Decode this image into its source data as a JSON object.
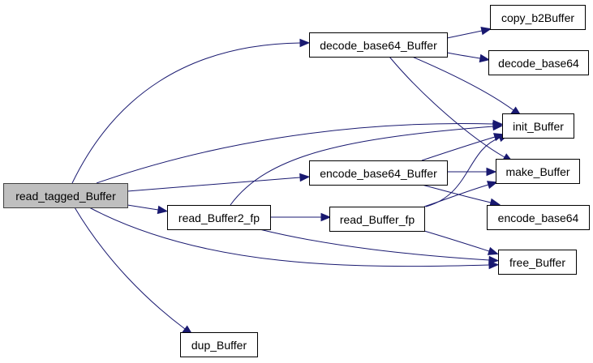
{
  "title": "read_tagged_Buffer call graph",
  "colors": {
    "edge": "#191970",
    "root_fill": "#bfbfbf",
    "node_fill": "#ffffff",
    "border": "#000000"
  },
  "nodes": [
    {
      "id": "read_tagged_Buffer",
      "label": "read_tagged_Buffer",
      "root": true
    },
    {
      "id": "decode_base64_Buffer",
      "label": "decode_base64_Buffer"
    },
    {
      "id": "copy_b2Buffer",
      "label": "copy_b2Buffer"
    },
    {
      "id": "decode_base64",
      "label": "decode_base64"
    },
    {
      "id": "init_Buffer",
      "label": "init_Buffer"
    },
    {
      "id": "encode_base64_Buffer",
      "label": "encode_base64_Buffer"
    },
    {
      "id": "make_Buffer",
      "label": "make_Buffer"
    },
    {
      "id": "read_Buffer2_fp",
      "label": "read_Buffer2_fp"
    },
    {
      "id": "read_Buffer_fp",
      "label": "read_Buffer_fp"
    },
    {
      "id": "encode_base64",
      "label": "encode_base64"
    },
    {
      "id": "free_Buffer",
      "label": "free_Buffer"
    },
    {
      "id": "dup_Buffer",
      "label": "dup_Buffer"
    }
  ],
  "edges": [
    {
      "from": "read_tagged_Buffer",
      "to": "decode_base64_Buffer"
    },
    {
      "from": "read_tagged_Buffer",
      "to": "init_Buffer"
    },
    {
      "from": "read_tagged_Buffer",
      "to": "encode_base64_Buffer"
    },
    {
      "from": "read_tagged_Buffer",
      "to": "read_Buffer2_fp"
    },
    {
      "from": "read_tagged_Buffer",
      "to": "free_Buffer"
    },
    {
      "from": "read_tagged_Buffer",
      "to": "dup_Buffer"
    },
    {
      "from": "decode_base64_Buffer",
      "to": "copy_b2Buffer"
    },
    {
      "from": "decode_base64_Buffer",
      "to": "decode_base64"
    },
    {
      "from": "decode_base64_Buffer",
      "to": "init_Buffer"
    },
    {
      "from": "decode_base64_Buffer",
      "to": "make_Buffer"
    },
    {
      "from": "encode_base64_Buffer",
      "to": "init_Buffer"
    },
    {
      "from": "encode_base64_Buffer",
      "to": "make_Buffer"
    },
    {
      "from": "encode_base64_Buffer",
      "to": "encode_base64"
    },
    {
      "from": "read_Buffer2_fp",
      "to": "init_Buffer"
    },
    {
      "from": "read_Buffer2_fp",
      "to": "read_Buffer_fp"
    },
    {
      "from": "read_Buffer2_fp",
      "to": "free_Buffer"
    },
    {
      "from": "read_Buffer_fp",
      "to": "init_Buffer"
    },
    {
      "from": "read_Buffer_fp",
      "to": "make_Buffer"
    },
    {
      "from": "read_Buffer_fp",
      "to": "free_Buffer"
    }
  ]
}
